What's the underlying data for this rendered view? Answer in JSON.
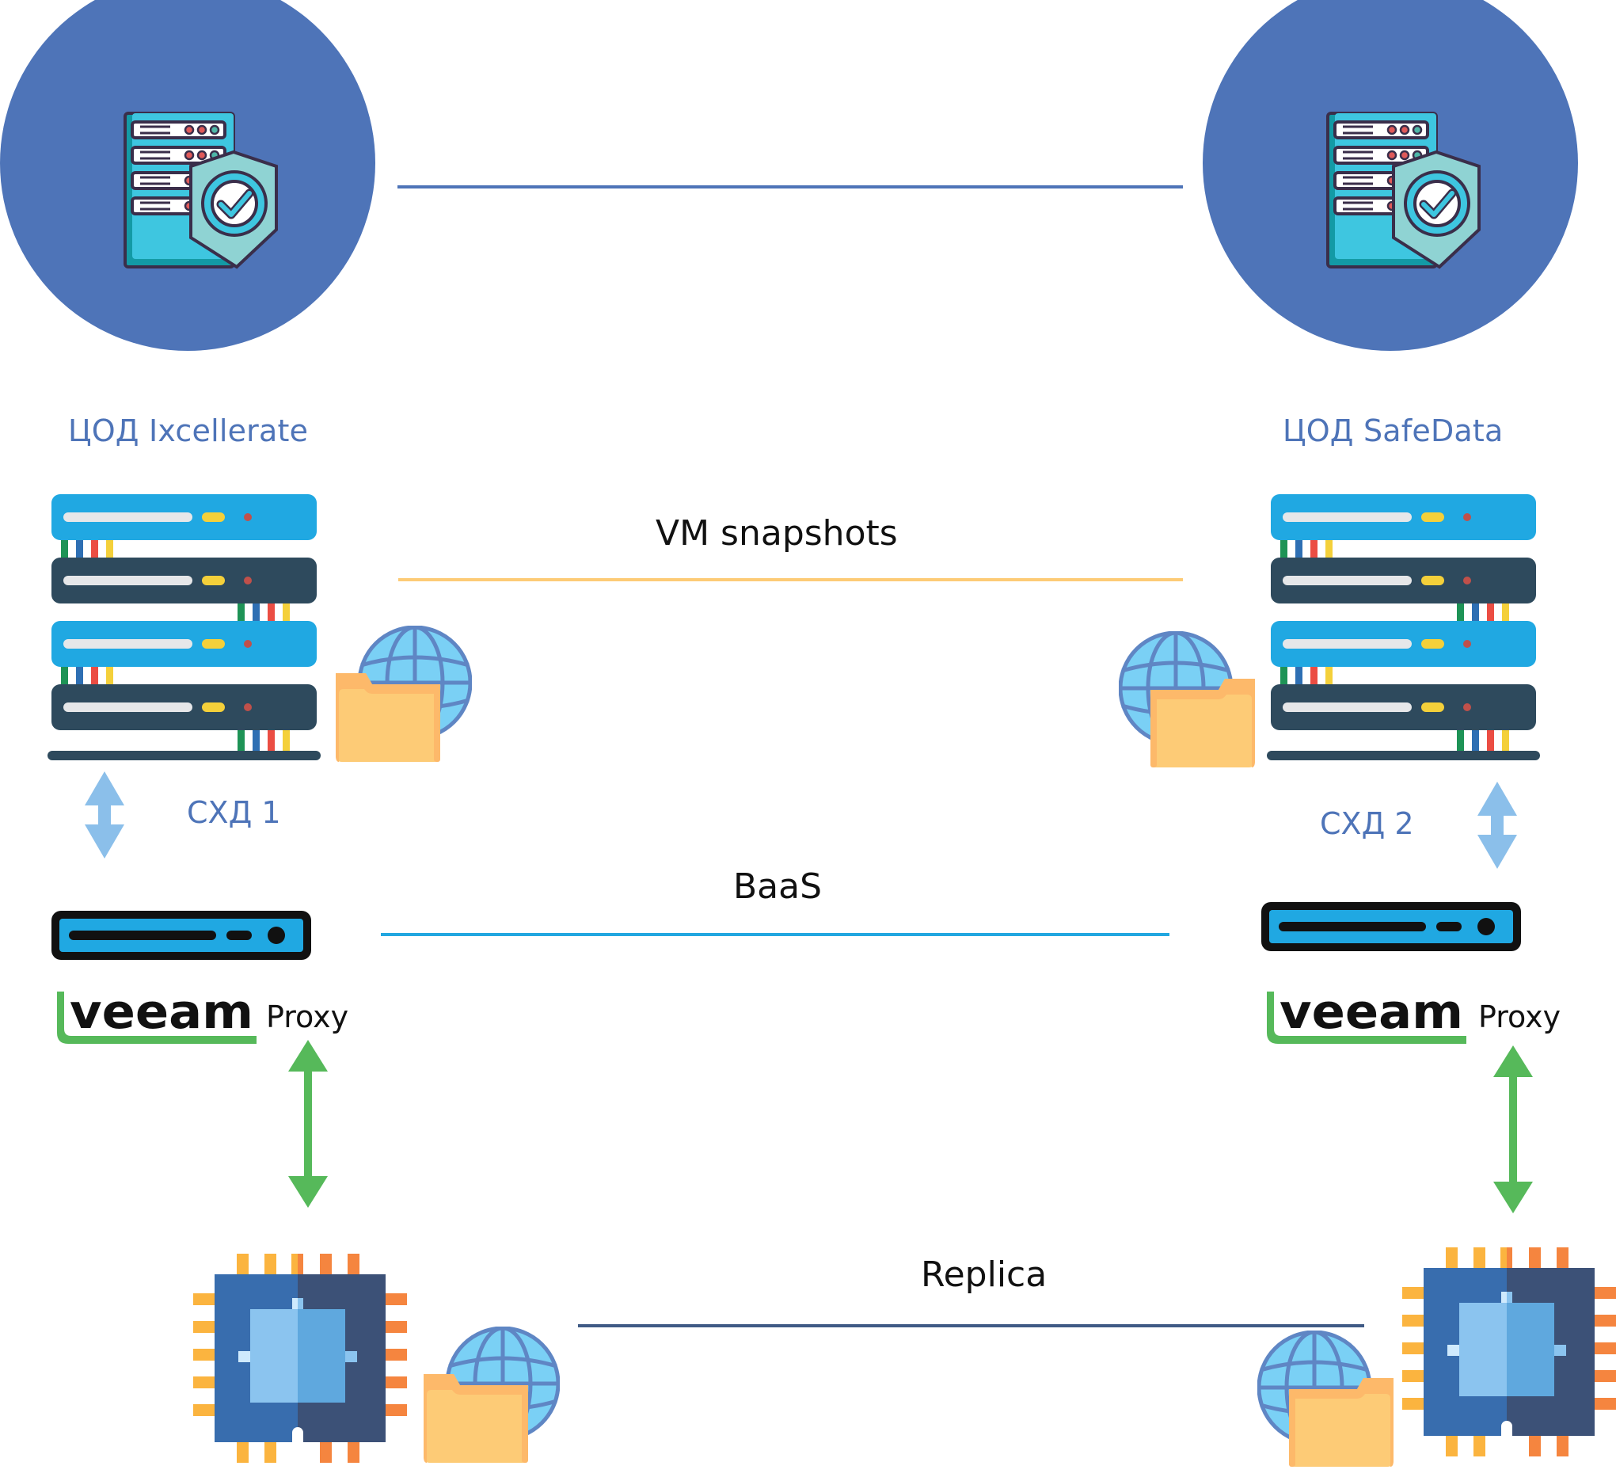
{
  "title": "Veeam replication and backup scheme between two data centers",
  "colors": {
    "datacenter_blue": "#4e74b8",
    "link_datacenter": "#4e74b8",
    "link_vm_snapshots": "#fdcb76",
    "link_baas": "#22a7e0",
    "link_replica": "#3f5a85",
    "storage_arrow": "#8bbfea",
    "proxy_arrow": "#56b95a",
    "veeam_green": "#56b95a"
  },
  "datacenters": [
    {
      "id": "left",
      "label": "ЦОД Ixcellerate",
      "icon": "secure-server-icon"
    },
    {
      "id": "right",
      "label": "ЦОД SafeData",
      "icon": "secure-server-icon"
    }
  ],
  "links": {
    "datacenter": {
      "label": ""
    },
    "vm_snapshots": {
      "label": "VM snapshots"
    },
    "baas": {
      "label": "BaaS"
    },
    "replica": {
      "label": "Replica"
    }
  },
  "storage": [
    {
      "id": "left",
      "label": "СХД 1",
      "icon": "server-rack-icon",
      "badge_icon": "network-folder-icon"
    },
    {
      "id": "right",
      "label": "СХД 2",
      "icon": "server-rack-icon",
      "badge_icon": "network-folder-icon"
    }
  ],
  "proxies": [
    {
      "id": "left",
      "brand": "veeam",
      "label": "Proxy",
      "icon": "server-unit-icon"
    },
    {
      "id": "right",
      "brand": "veeam",
      "label": "Proxy",
      "icon": "server-unit-icon"
    }
  ],
  "compute": [
    {
      "id": "left",
      "icon": "cpu-chip-icon",
      "badge_icon": "network-folder-icon"
    },
    {
      "id": "right",
      "icon": "cpu-chip-icon",
      "badge_icon": "network-folder-icon"
    }
  ]
}
